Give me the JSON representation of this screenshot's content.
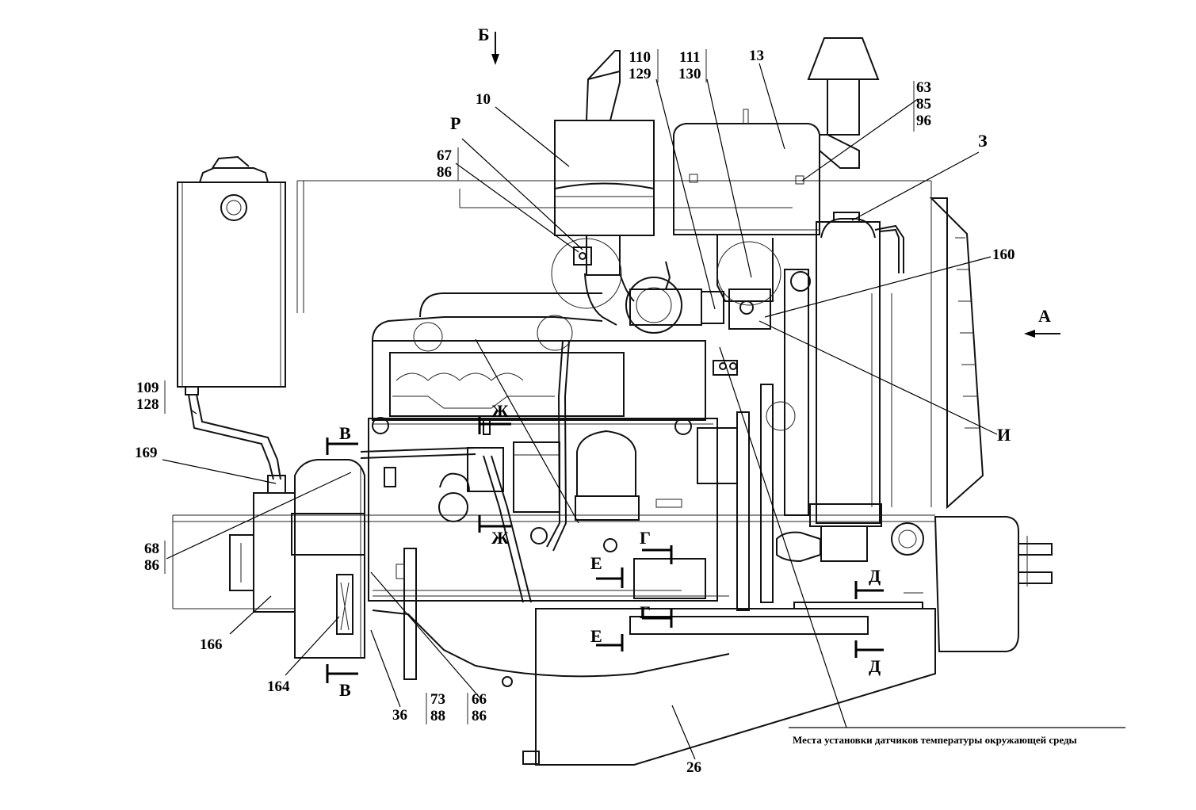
{
  "labels": {
    "p10": "10",
    "p13": "13",
    "p26": "26",
    "p36": "36",
    "p160": "160",
    "p164": "164",
    "p166": "166",
    "p169": "169",
    "s110": [
      "110",
      "129"
    ],
    "s111": [
      "111",
      "130"
    ],
    "s63": [
      "63",
      "85",
      "96"
    ],
    "s67": [
      "67",
      "86"
    ],
    "s109": [
      "109",
      "128"
    ],
    "s68": [
      "68",
      "86"
    ],
    "s73": [
      "73",
      "88"
    ],
    "s66": [
      "66",
      "86"
    ],
    "viewB": "Б",
    "viewA": "А",
    "cutV1": "В",
    "cutV2": "В",
    "cutZh1": "Ж",
    "cutZh2": "Ж",
    "cutG1": "Г",
    "cutG2": "Г",
    "cutE1": "Е",
    "cutE2": "Е",
    "cutD1": "Д",
    "cutD2": "Д",
    "markR": "Р",
    "markZ": "З",
    "markI": "И"
  },
  "note": "Места установки датчиков температуры окружающей среды"
}
